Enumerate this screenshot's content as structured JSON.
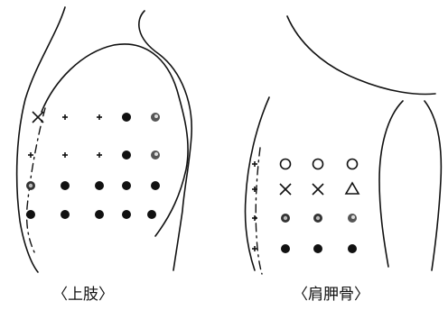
{
  "captions": {
    "left": "〈上肢〉",
    "right": "〈肩胛骨〉"
  },
  "symbols": {
    "left_panel": {
      "rows": [
        [
          "cross",
          "plus",
          "plus",
          "dot",
          "dot-light"
        ],
        [
          "plus",
          "plus",
          "plus",
          "dot",
          "dot-light"
        ],
        [
          "ring-dot",
          "dot",
          "dot",
          "dot",
          "dot"
        ],
        [
          "dot",
          "dot",
          "dot",
          "dot",
          "dot"
        ]
      ]
    },
    "right_panel": {
      "rows": [
        [
          "plus",
          "circle",
          "circle",
          "circle"
        ],
        [
          "plus",
          "cross",
          "cross",
          "triangle"
        ],
        [
          "plus",
          "ring-dot",
          "ring-dot",
          "dot-light"
        ],
        [
          "plus",
          "dot",
          "dot",
          "dot"
        ]
      ]
    }
  },
  "colors": {
    "ink": "#111111",
    "background": "#ffffff"
  }
}
